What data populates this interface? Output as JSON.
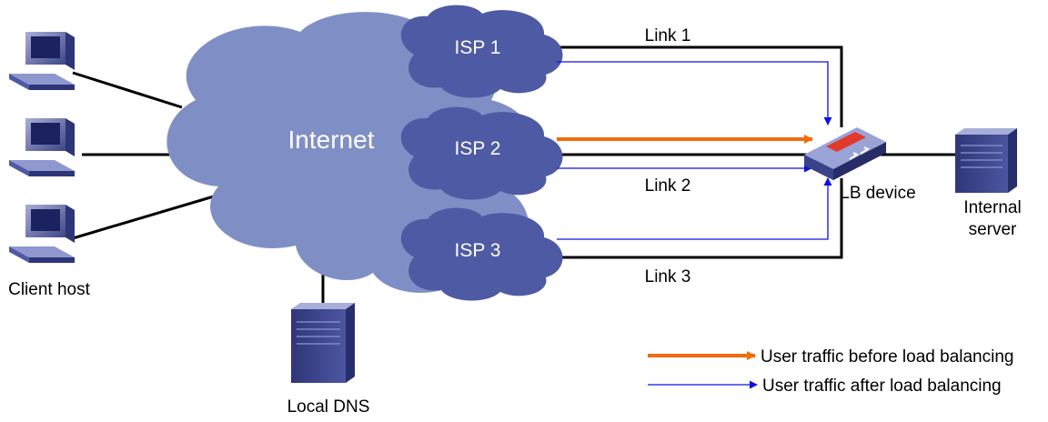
{
  "cloud_labels": {
    "internet": "Internet",
    "isp1": "ISP 1",
    "isp2": "ISP 2",
    "isp3": "ISP 3"
  },
  "link_labels": {
    "link1": "Link 1",
    "link2": "Link 2",
    "link3": "Link 3"
  },
  "device_labels": {
    "client_host": "Client host",
    "local_dns": "Local DNS",
    "lb_device": "LB device",
    "internal_server_line1": "Internal",
    "internal_server_line2": "server"
  },
  "legend": {
    "before": "User traffic before load balancing",
    "after": "User traffic after load balancing"
  },
  "colors": {
    "internet_cloud": "#7f8fc6",
    "isp_cloud": "#4e5aa3",
    "before_arrow": "#f26b0f",
    "after_arrow": "#1010e0",
    "link_line": "#000000"
  },
  "icons": {
    "client": "desktop-computer-icon",
    "server": "tower-server-icon",
    "lb": "load-balancer-icon"
  }
}
